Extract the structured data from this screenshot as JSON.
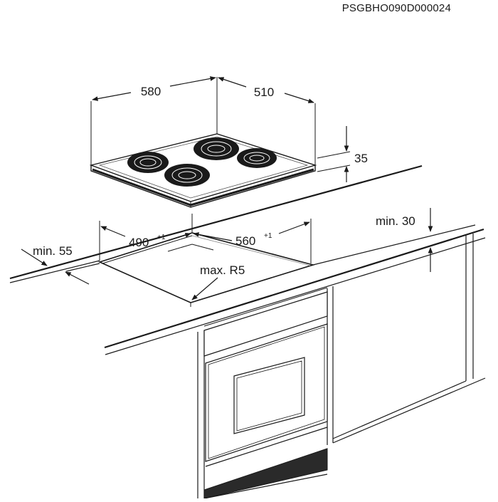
{
  "document_code": "PSGBHO090D000024",
  "hob": {
    "width": "580",
    "depth": "510",
    "height": "35"
  },
  "cutout": {
    "width": "560",
    "width_tolerance": "+1",
    "depth": "490",
    "depth_tolerance": "+1",
    "corner_radius": "max. R5"
  },
  "clearances": {
    "front_edge": "min. 55",
    "below_worktop": "min. 30"
  },
  "colors": {
    "line": "#1a1a1a",
    "zone_fill": "#1a1a1a",
    "zone_ring": "#ffffff",
    "hob_edge": "#555555",
    "oven_plinth": "#2a2a2a"
  }
}
